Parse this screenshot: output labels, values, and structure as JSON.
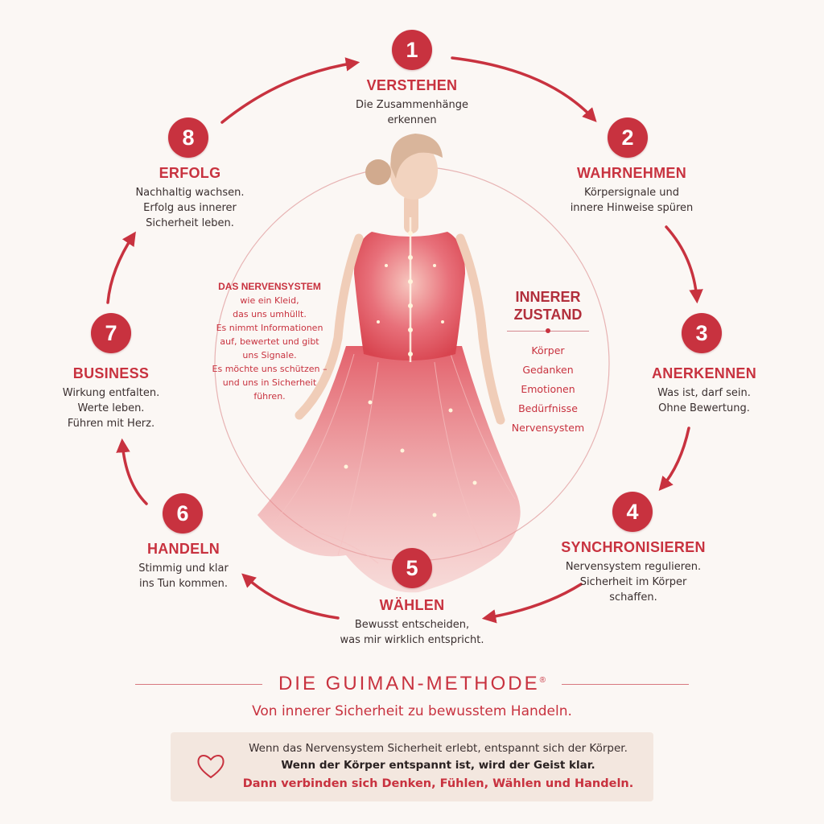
{
  "steps": [
    {
      "number": "1",
      "title": "VERSTEHEN",
      "desc": "Die Zusammenhänge\nerkennen"
    },
    {
      "number": "2",
      "title": "WAHRNEHMEN",
      "desc": "Körpersignale und\ninnere Hinweise spüren"
    },
    {
      "number": "3",
      "title": "ANERKENNEN",
      "desc": "Was ist, darf sein.\nOhne Bewertung."
    },
    {
      "number": "4",
      "title": "SYNCHRONISIEREN",
      "desc": "Nervensystem regulieren.\nSicherheit im Körper\nschaffen."
    },
    {
      "number": "5",
      "title": "WÄHLEN",
      "desc": "Bewusst entscheiden,\nwas mir wirklich entspricht."
    },
    {
      "number": "6",
      "title": "HANDELN",
      "desc": "Stimmig und klar\nins Tun kommen."
    },
    {
      "number": "7",
      "title": "BUSINESS",
      "desc": "Wirkung entfalten.\nWerte leben.\nFühren mit Herz."
    },
    {
      "number": "8",
      "title": "ERFOLG",
      "desc": "Nachhaltig wachsen.\nErfolg aus innerer\nSicherheit leben."
    }
  ],
  "nervensystem": {
    "heading": "DAS NERVENSYSTEM",
    "text": "wie ein Kleid,\ndas uns umhüllt.\nEs nimmt Informationen\nauf, bewertet und gibt\nuns Signale.\nEs möchte uns schützen –\nund uns in Sicherheit\nführen."
  },
  "innerer_zustand": {
    "heading": "INNERER\nZUSTAND",
    "items": [
      "Körper",
      "Gedanken",
      "Emotionen",
      "Bedürfnisse",
      "Nervensystem"
    ]
  },
  "brand": {
    "title": "DIE GUIMAN-METHODE",
    "registered": "®",
    "subtitle": "Von innerer Sicherheit zu bewusstem Handeln."
  },
  "message": {
    "line1": "Wenn das Nervensystem Sicherheit erlebt, entspannt sich der Körper.",
    "line2": "Wenn der Körper entspannt ist, wird der Geist klar.",
    "line3": "Dann verbinden sich Denken, Fühlen, Wählen und Handeln."
  },
  "icons": {
    "message_icon": "heart-icon",
    "figure": "woman-figure-illustration"
  },
  "colors": {
    "accent": "#c8323f",
    "background": "#fbf7f4",
    "box": "#f3e7df",
    "text": "#3a2f2f"
  }
}
